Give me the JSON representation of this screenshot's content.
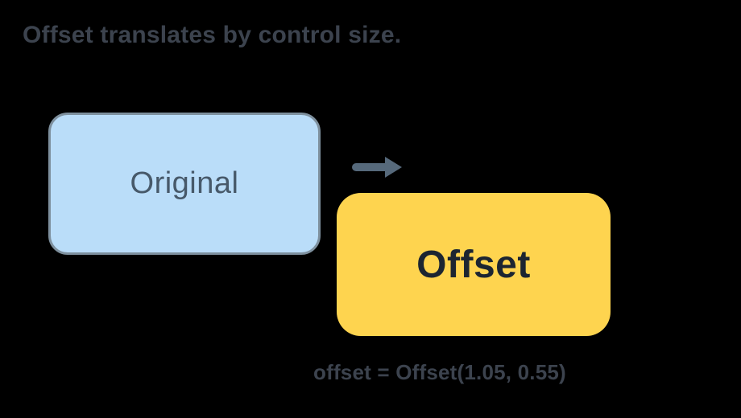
{
  "canvas": {
    "background": "#000000"
  },
  "title": {
    "text": "Offset translates by control size.",
    "color": "#3C434E"
  },
  "diagram": {
    "original_box": {
      "label": "Original",
      "fill": "#BADDF9",
      "border_color": "#7E909E",
      "label_color": "#47596A"
    },
    "arrow": {
      "icon": "right-arrow-icon",
      "color": "#56697B"
    },
    "offset_box": {
      "label": "Offset",
      "fill": "#FED44F",
      "label_color": "#1C2531"
    },
    "caption": {
      "text": "offset = Offset(1.05, 0.55)",
      "color": "#3C434E"
    }
  }
}
